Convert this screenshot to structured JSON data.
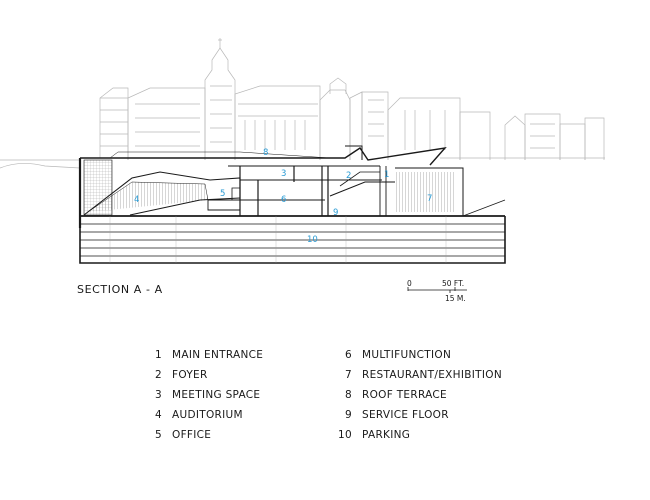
{
  "section_title": "SECTION A - A",
  "scale_bar": {
    "zero": "0",
    "fifty_ft": "50 FT.",
    "fifteen_m": "15 M."
  },
  "plan_numbers": [
    "1",
    "2",
    "3",
    "4",
    "5",
    "6",
    "7",
    "8",
    "9",
    "10"
  ],
  "legend": [
    {
      "num": "1",
      "label": "MAIN ENTRANCE"
    },
    {
      "num": "2",
      "label": "FOYER"
    },
    {
      "num": "3",
      "label": "MEETING SPACE"
    },
    {
      "num": "4",
      "label": "AUDITORIUM"
    },
    {
      "num": "5",
      "label": "OFFICE"
    },
    {
      "num": "6",
      "label": "MULTIFUNCTION"
    },
    {
      "num": "7",
      "label": "RESTAURANT/EXHIBITION"
    },
    {
      "num": "8",
      "label": "ROOF TERRACE"
    },
    {
      "num": "9",
      "label": "SERVICE FLOOR"
    },
    {
      "num": "10",
      "label": "PARKING"
    }
  ],
  "colors": {
    "label_blue": "#2a9bd4",
    "line": "#1a1a1a",
    "skyline": "#b5b5b5"
  }
}
